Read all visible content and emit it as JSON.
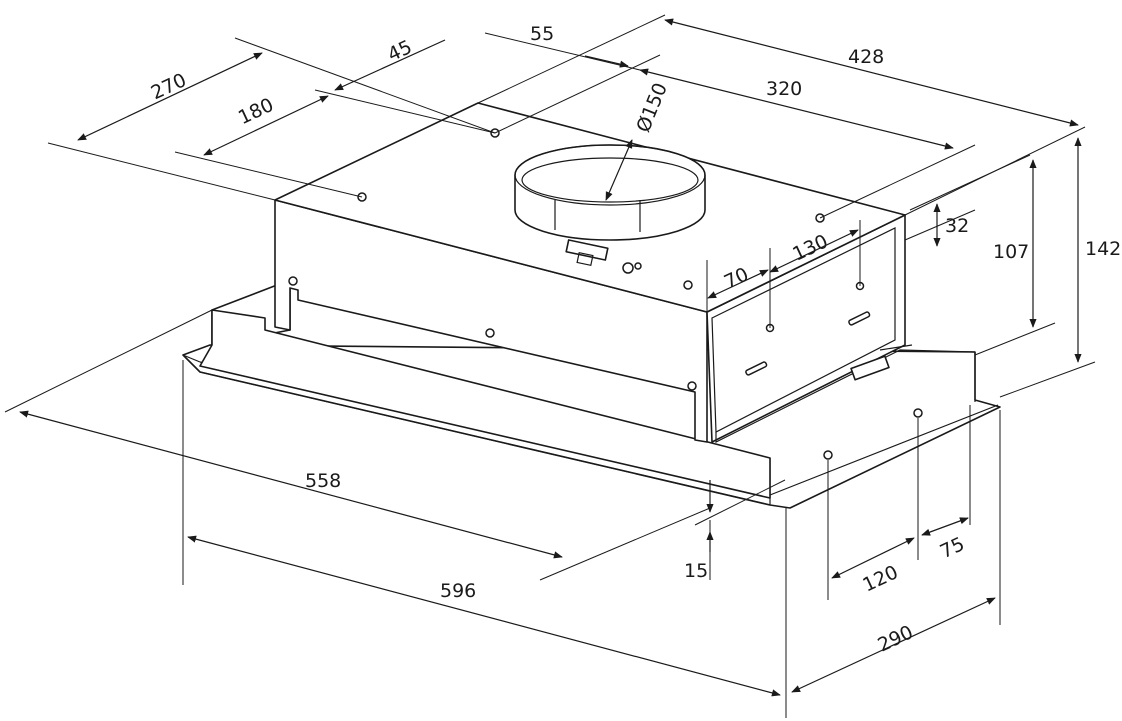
{
  "dimensions": {
    "d270": "270",
    "d180": "180",
    "d45": "45",
    "d55": "55",
    "d150": "Ø150",
    "d428": "428",
    "d320": "320",
    "d32": "32",
    "d107": "107",
    "d142": "142",
    "d130": "130",
    "d70": "70",
    "d558": "558",
    "d596": "596",
    "d15": "15",
    "d120": "120",
    "d75": "75",
    "d290": "290"
  }
}
